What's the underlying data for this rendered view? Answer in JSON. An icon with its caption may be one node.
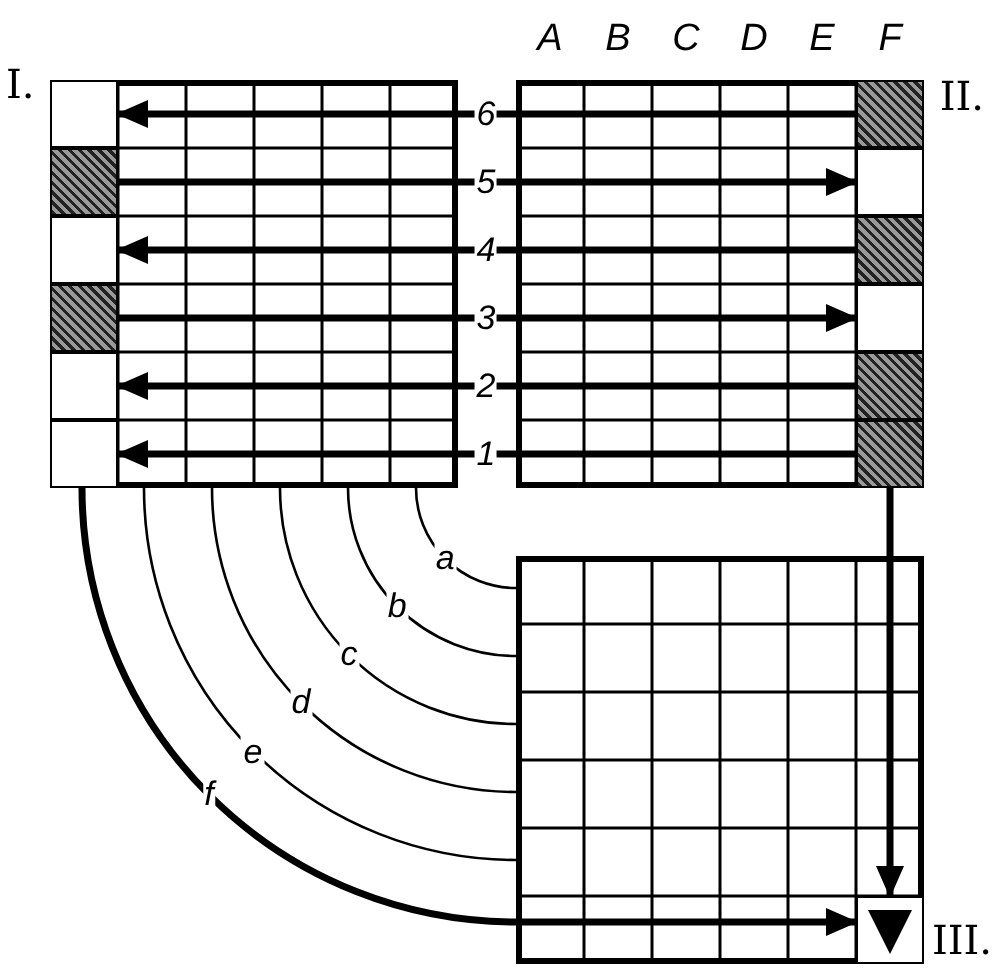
{
  "diagram": {
    "nodes": [
      {
        "text": [
          "I."
        ]
      },
      {
        "text": [],
        "shape": "box",
        "in": 0
      },
      {
        "text": [],
        "shape": "hatched",
        "in": 0
      },
      {
        "text": [],
        "shape": "box",
        "in": 0
      },
      {
        "text": [],
        "shape": "hatched",
        "in": 0
      },
      {
        "text": [],
        "shape": "box",
        "in": 0
      },
      {
        "text": [],
        "shape": "box",
        "in": 0
      },
      {
        "text": [
          "II."
        ]
      },
      {
        "text": [],
        "shape": "hatched",
        "in": 7
      },
      {
        "text": [],
        "shape": "box",
        "in": 7
      },
      {
        "text": [],
        "shape": "hatched",
        "in": 7
      },
      {
        "text": [],
        "shape": "box",
        "in": 7
      },
      {
        "text": [],
        "shape": "hatched",
        "in": 7
      },
      {
        "text": [],
        "shape": "hatched",
        "in": 7
      },
      {
        "text": [
          "III."
        ]
      },
      {
        "text": [],
        "shape": "box",
        "in": 14
      }
    ],
    "edges": [
      {
        "from": 8,
        "to": 1,
        "arrow": "to",
        "label": "6"
      },
      {
        "from": 2,
        "to": 9,
        "arrow": "to",
        "label": "5"
      },
      {
        "from": 10,
        "to": 3,
        "arrow": "to",
        "label": "4"
      },
      {
        "from": 4,
        "to": 11,
        "arrow": "to",
        "label": "3"
      },
      {
        "from": 12,
        "to": 5,
        "arrow": "to",
        "label": "2"
      },
      {
        "from": 13,
        "to": 6,
        "arrow": "to",
        "label": "1"
      },
      {
        "from": 13,
        "to": 15,
        "arrow": "to"
      },
      {
        "from": 0,
        "to": 14,
        "arrow": "none",
        "label": "a"
      },
      {
        "from": 0,
        "to": 14,
        "arrow": "none",
        "label": "b"
      },
      {
        "from": 0,
        "to": 14,
        "arrow": "none",
        "label": "c"
      },
      {
        "from": 0,
        "to": 14,
        "arrow": "none",
        "label": "d"
      },
      {
        "from": 0,
        "to": 14,
        "arrow": "none",
        "label": "e"
      },
      {
        "from": 0,
        "to": 15,
        "arrow": "to",
        "label": "f"
      }
    ],
    "labels": [
      "A",
      "B",
      "C",
      "D",
      "E",
      "F"
    ]
  }
}
